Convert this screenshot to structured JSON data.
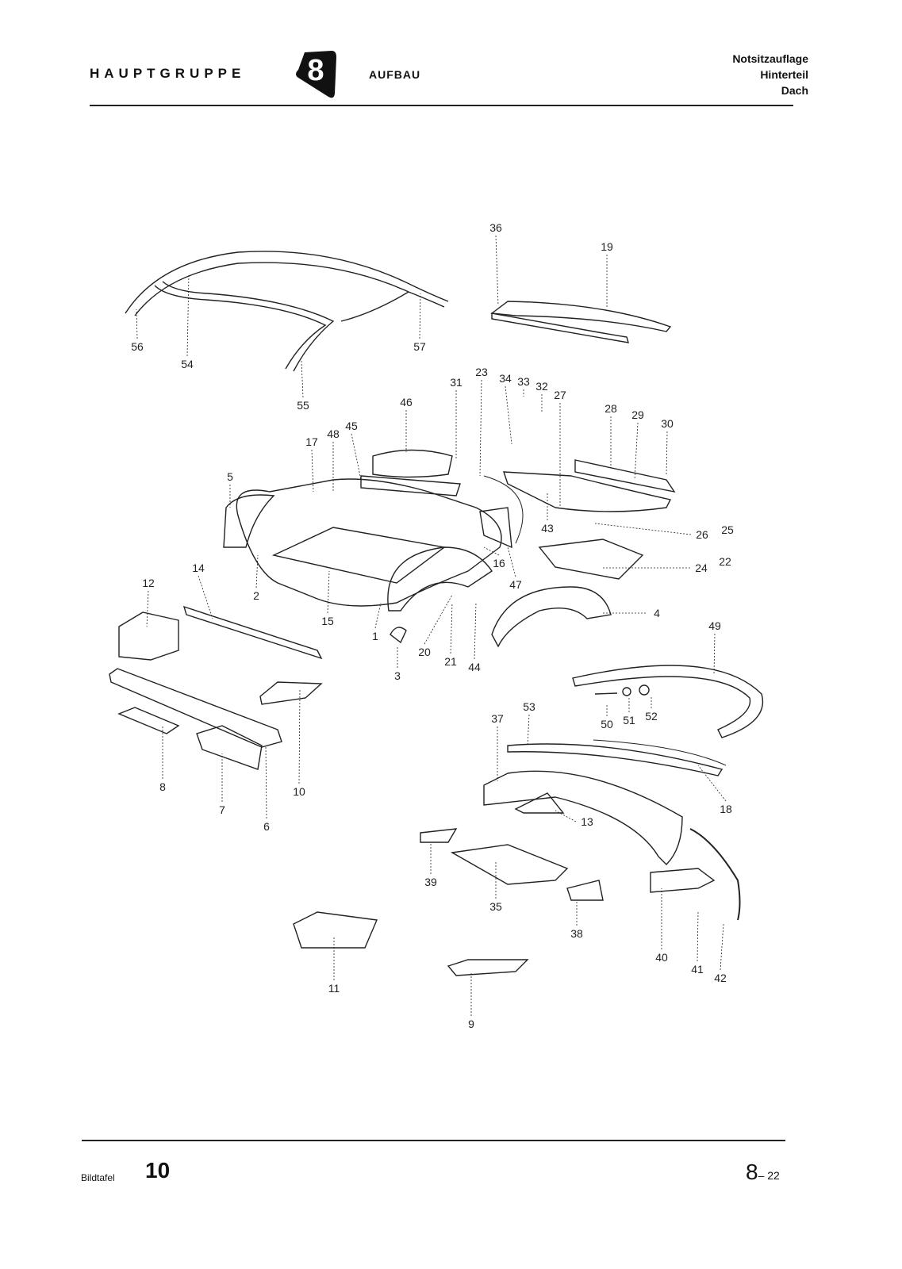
{
  "header": {
    "group_label": "HAUPTGRUPPE",
    "group_number": "8",
    "section": "AUFBAU",
    "titles": [
      "Notsitzauflage",
      "Hinterteil",
      "Dach"
    ]
  },
  "diagram": {
    "callouts": [
      "36",
      "19",
      "56",
      "54",
      "57",
      "55",
      "23",
      "31",
      "34",
      "33",
      "32",
      "27",
      "46",
      "28",
      "29",
      "30",
      "45",
      "48",
      "17",
      "5",
      "26",
      "25",
      "43",
      "22",
      "24",
      "16",
      "47",
      "14",
      "12",
      "2",
      "15",
      "1",
      "4",
      "49",
      "20",
      "21",
      "44",
      "3",
      "53",
      "37",
      "50",
      "51",
      "52",
      "10",
      "18",
      "8",
      "7",
      "6",
      "13",
      "39",
      "35",
      "38",
      "40",
      "41",
      "42",
      "11",
      "9"
    ]
  },
  "footer": {
    "plate_label": "Bildtafel",
    "plate_number": "10",
    "page_main": "8",
    "page_sub": "– 22"
  }
}
